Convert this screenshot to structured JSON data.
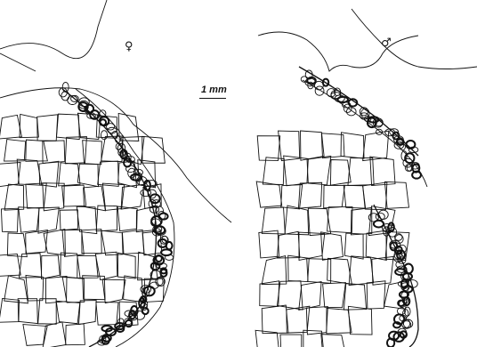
{
  "labels": {
    "female": "♀",
    "male": "♂",
    "scale": "1 mm"
  },
  "colors": {
    "line": "#111111",
    "background": "#ffffff"
  },
  "panels": [
    {
      "name": "female-panel",
      "description_symbol": "♀"
    },
    {
      "name": "male-panel",
      "description_symbol": "♂"
    }
  ]
}
